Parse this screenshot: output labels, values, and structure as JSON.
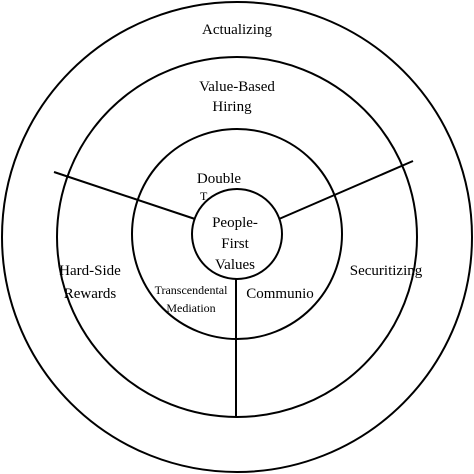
{
  "diagram": {
    "outer_ring_label": "Actualizing",
    "ring2_label_line1": "Value-Based",
    "ring2_label_line2": "Hiring",
    "ring2_left_line1": "Hard-Side",
    "ring2_left_line2": "Rewards",
    "ring2_right_label": "Securitizing",
    "ring3_top_line1": "Double",
    "ring3_top_line2": "T",
    "ring3_left_line1": "Transcendental",
    "ring3_left_line2": "Mediation",
    "ring3_right_label": "Communio",
    "center_line1": "People-",
    "center_line2": "First",
    "center_line3": "Values"
  }
}
